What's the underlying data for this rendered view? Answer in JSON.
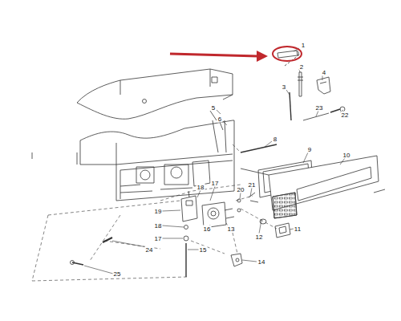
{
  "diagram": {
    "labels": [
      "1",
      "2",
      "4",
      "3",
      "5",
      "6",
      "23",
      "22",
      "8",
      "9",
      "10",
      "21",
      "17",
      "18",
      "20",
      "19",
      "18",
      "12",
      "11",
      "16",
      "13",
      "17",
      "24",
      "15",
      "14",
      "25"
    ]
  }
}
